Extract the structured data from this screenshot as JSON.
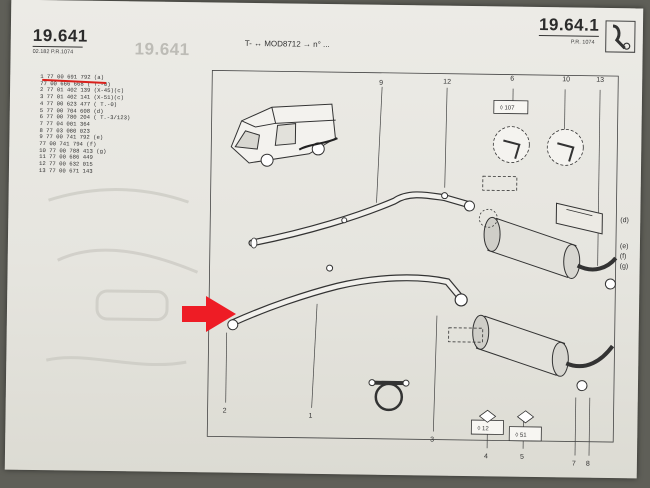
{
  "header": {
    "left_code": "19.641",
    "left_sub": "02.182   P.R.1074",
    "ghost_code": "19.641",
    "center": "T-  ↔  MOD8712  →  n°  ...",
    "right_code": "19.64.1",
    "right_sub": "P.R. 1074"
  },
  "parts_list": [
    "1  77 00 691 792  (a)",
    "   77 00 666 668  (  T.-0)",
    "2  77 01 402 139  (X-45)(c)",
    "3  77 01 402 141  (X-51)(c)",
    "4  77 00 623 477  (  T.-0)",
    "5  77 00 704 608  (d)",
    "6  77 00 780 204  (  T.-3/123)",
    "7  77 04 001 364",
    "8  77 03 080 023",
    "9  77 00 741 792  (e)",
    "   77 00 741 794  (f)",
    "10 77 00 788 413  (g)",
    "11 77 00 686 449",
    "12 77 00 632 015",
    "13 77 00 671 143"
  ],
  "diagram": {
    "top_callouts": [
      "9",
      "12",
      "6",
      "10",
      "13"
    ],
    "bottom_callouts": [
      "2",
      "1",
      "3",
      "4",
      "5",
      "7",
      "8"
    ],
    "box_labels": [
      "◊ 107",
      "◊ 12",
      "◊ 51"
    ],
    "side_letters": [
      "(d)",
      "(e)",
      "(f)",
      "(g)"
    ]
  },
  "colors": {
    "paper": "#e8e7e1",
    "ink": "#2b2b2b",
    "underline": "#d9201b",
    "arrow": "#ee1c25"
  }
}
